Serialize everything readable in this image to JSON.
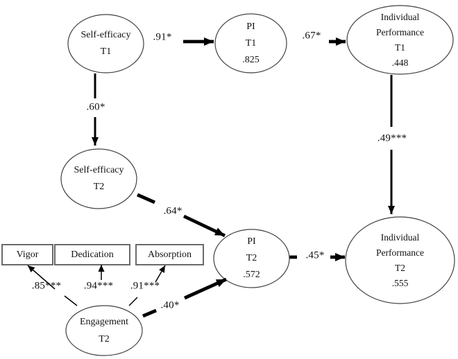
{
  "figure": {
    "nodes": {
      "self_efficacy_t1": {
        "lines": [
          "Self-efficacy",
          "T1"
        ]
      },
      "pi_t1": {
        "lines": [
          "PI",
          "T1",
          ".825"
        ]
      },
      "individual_performance_t1": {
        "lines": [
          "Individual",
          "Performance",
          "T1",
          ".448"
        ]
      },
      "self_efficacy_t2": {
        "lines": [
          "Self-efficacy",
          "T2"
        ]
      },
      "pi_t2": {
        "lines": [
          "PI",
          "T2",
          ".572"
        ]
      },
      "individual_performance_t2": {
        "lines": [
          "Individual",
          "Performance",
          "T2",
          ".555"
        ]
      },
      "engagement_t2": {
        "lines": [
          "Engagement",
          "T2"
        ]
      },
      "vigor": {
        "label": "Vigor"
      },
      "dedication": {
        "label": "Dedication"
      },
      "absorption": {
        "label": "Absorption"
      }
    },
    "coefficients": {
      "se_t1_to_pi_t1": ".91*",
      "pi_t1_to_ip_t1": ".67*",
      "se_t1_to_se_t2": ".60*",
      "ip_t1_to_ip_t2": ".49***",
      "se_t2_to_pi_t2": ".64*",
      "pi_t2_to_ip_t2": ".45*",
      "eng_t2_to_pi_t2": ".40*",
      "eng_to_vigor": ".85***",
      "eng_to_dedication": ".94***",
      "eng_to_absorption": ".91***"
    },
    "colors": {
      "background": "#ffffff",
      "arrow": "#000000",
      "ellipse_stroke": "#404040",
      "rect_stroke": "#6a6a6a",
      "text": "#111111"
    }
  }
}
